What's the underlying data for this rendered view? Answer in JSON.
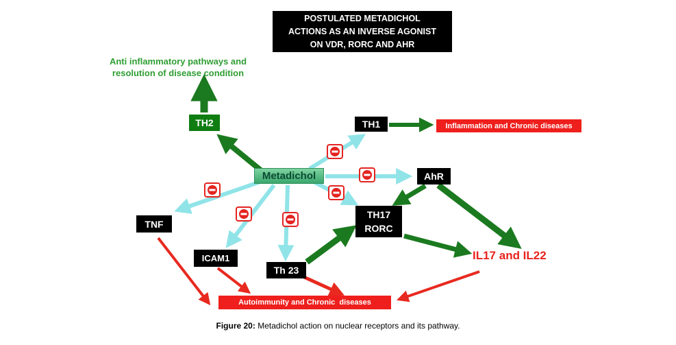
{
  "diagram": {
    "title_box": "POSTULATED METADICHOL\nACTIONS AS AN INVERSE AGONIST\nON VDR, RORC AND AHR",
    "anti_inflammatory": "Anti inflammatory pathways and\nresolution of disease condition",
    "nodes": {
      "th2": "TH2",
      "th1": "TH1",
      "inflammation": "Inflammation and Chronic diseases",
      "metadichol": "Metadichol",
      "ahr": "AhR",
      "tnf": "TNF",
      "icam1": "ICAM1",
      "th23": "Th 23",
      "th17_rorc": "TH17\nRORC",
      "il17_il22": "IL17 and IL22",
      "autoimmunity": "Autoimmunity and Chronic  diseases"
    },
    "caption": {
      "label": "Figure 20:",
      "text": " Metadichol action on nuclear receptors and its pathway."
    },
    "colors": {
      "inhibit_arrow_cyan": "#90e4e8",
      "promote_arrow_green": "#1b7a1f",
      "negative_arrow_red": "#e8291f",
      "node_black": "#000000",
      "node_red": "#ee1f1c",
      "th2_green": "#0f7d12",
      "metadichol_fill": "#3aa76d",
      "prohibition_red": "#e42320",
      "anti_inflammatory_text_green": "#2f9e33",
      "il17_text_red": "#e8231c"
    }
  }
}
